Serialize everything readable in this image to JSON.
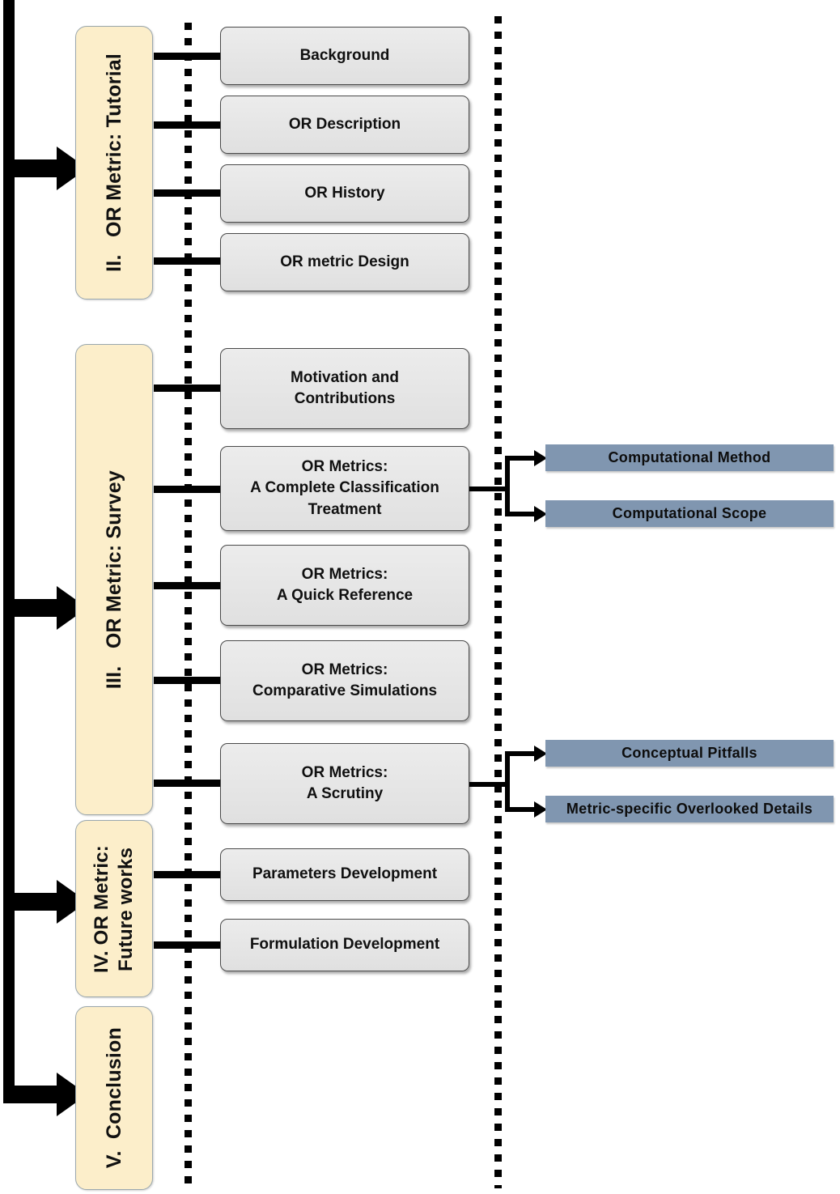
{
  "diagram": {
    "title": "Paper organization flow diagram",
    "colors": {
      "section_fill": "#fceeca",
      "topic_fill": "#e4e4e4",
      "leaf_fill": "#8096b0",
      "line": "#000000"
    }
  },
  "sections": [
    {
      "id": "tutorial",
      "label": "II.   OR Metric: Tutorial",
      "topics": [
        {
          "label": "Background"
        },
        {
          "label": "OR Description"
        },
        {
          "label": "OR History"
        },
        {
          "label": "OR metric Design"
        }
      ]
    },
    {
      "id": "survey",
      "label": "III.   OR Metric: Survey",
      "topics": [
        {
          "label": "Motivation and\nContributions"
        },
        {
          "label": "OR Metrics:\nA Complete Classification\nTreatment"
        },
        {
          "label": "OR Metrics:\nA Quick Reference"
        },
        {
          "label": "OR Metrics:\nComparative Simulations"
        },
        {
          "label": "OR Metrics:\nA Scrutiny"
        }
      ]
    },
    {
      "id": "future-works",
      "label": "IV. OR Metric:\nFuture works",
      "topics": [
        {
          "label": "Parameters Development"
        },
        {
          "label": "Formulation Development"
        }
      ]
    },
    {
      "id": "conclusion",
      "label": "V.  Conclusion",
      "topics": []
    }
  ],
  "leaf_groups": [
    {
      "id": "classification-leaves",
      "parent": "OR Metrics: A Complete Classification Treatment",
      "items": [
        {
          "label": "Computational  Method"
        },
        {
          "label": "Computational  Scope"
        }
      ]
    },
    {
      "id": "scrutiny-leaves",
      "parent": "OR Metrics: A Scrutiny",
      "items": [
        {
          "label": "Conceptual Pitfalls"
        },
        {
          "label": "Metric-specific Overlooked Details"
        }
      ]
    }
  ]
}
